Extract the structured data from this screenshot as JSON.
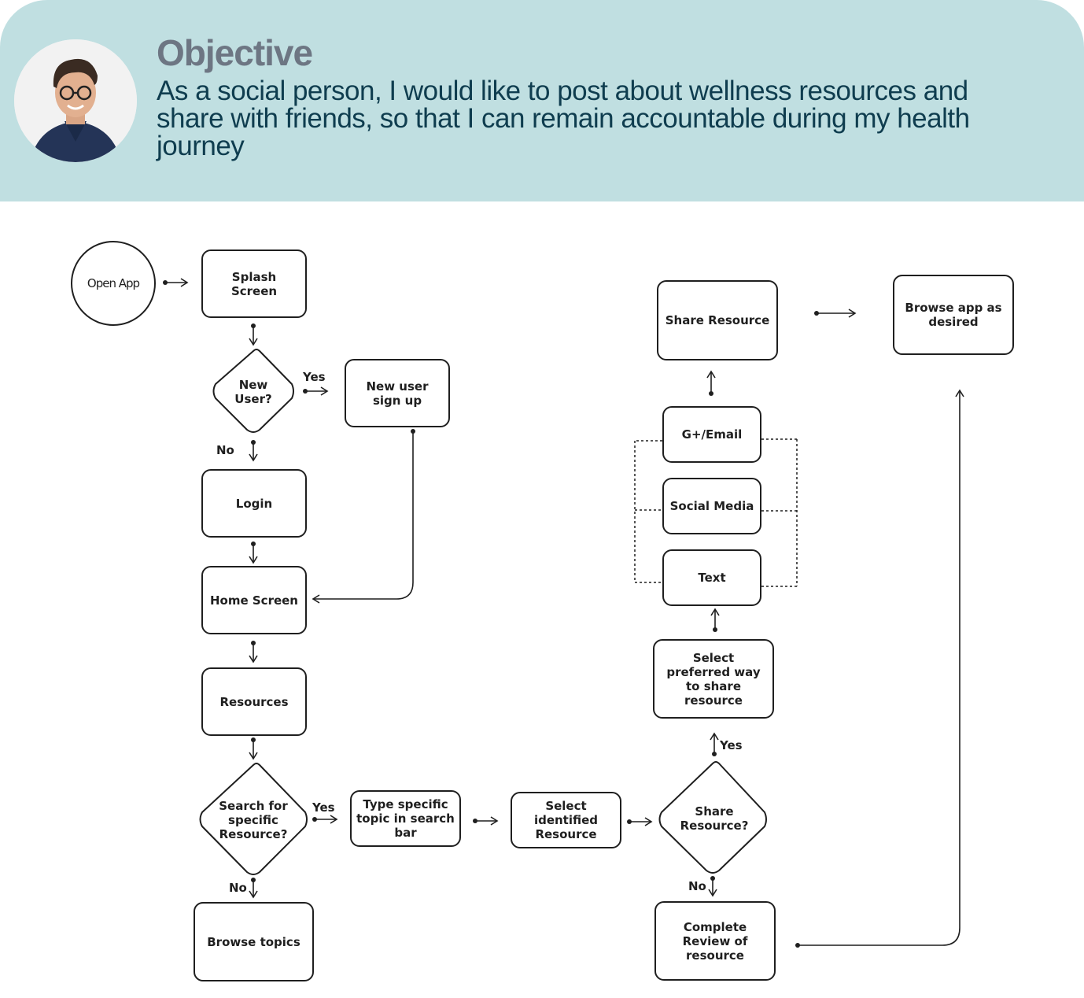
{
  "objective": {
    "title": "Objective",
    "text": "As a social person, I would like to post about wellness resources and share with friends, so that I can remain accountable during my health journey"
  },
  "nodes": {
    "open_app": "Open App",
    "splash_screen": "Splash Screen",
    "new_user": "New User?",
    "new_user_signup": "New user sign up",
    "login": "Login",
    "home_screen": "Home Screen",
    "resources": "Resources",
    "search_specific": "Search for specific Resource?",
    "browse_topics": "Browse topics",
    "type_topic": "Type specific topic in search bar",
    "select_identified": "Select identified Resource",
    "share_resource_q": "Share Resource?",
    "complete_review": "Complete Review of resource",
    "select_preferred": "Select preferred way to share resource",
    "text_option": "Text",
    "social_media": "Social Media",
    "gplus_email": "G+/Email",
    "share_resource": "Share Resource",
    "browse_app": "Browse app as desired"
  },
  "labels": {
    "yes": "Yes",
    "no": "No"
  }
}
